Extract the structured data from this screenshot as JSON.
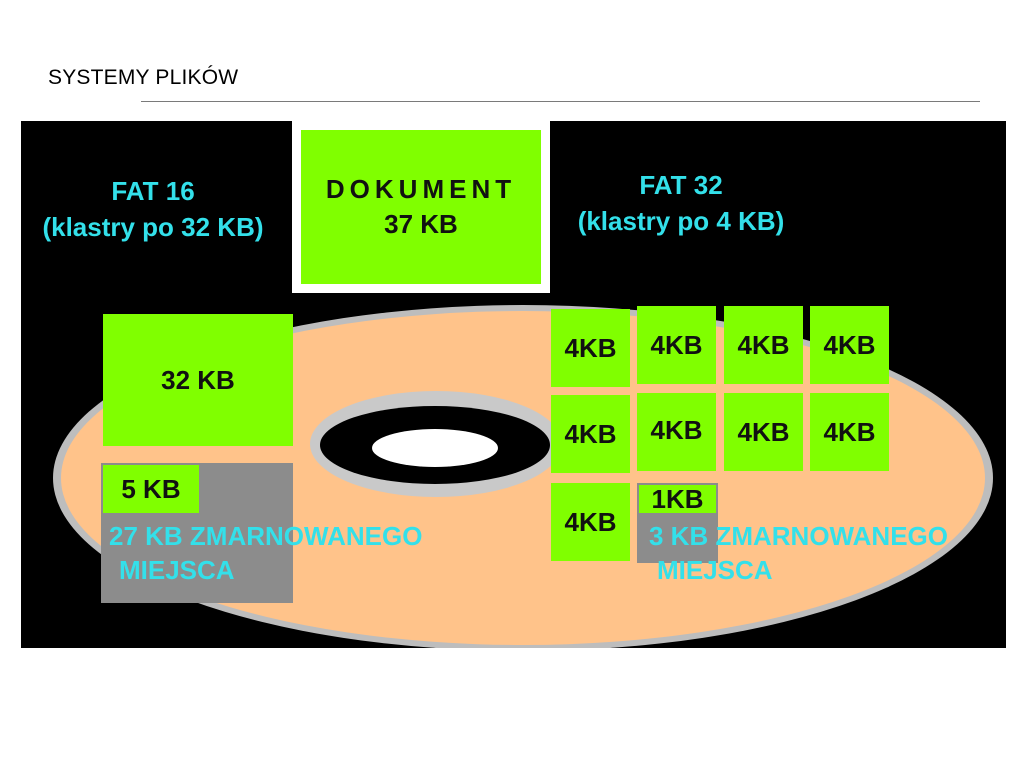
{
  "slide": {
    "title": "SYSTEMY PLIKÓW"
  },
  "document": {
    "label": "DOKUMENT",
    "size": "37 KB"
  },
  "fat16": {
    "name": "FAT 16",
    "cluster_note": "(klastry po 32 KB)",
    "used_cluster": "32 KB",
    "partial_used": "5 KB",
    "waste_line1": "27 KB ZMARNOWANEGO",
    "waste_line2": "MIEJSCA"
  },
  "fat32": {
    "name": "FAT 32",
    "cluster_note": "(klastry po 4 KB)",
    "clusters": [
      "4KB",
      "4KB",
      "4KB",
      "4KB",
      "4KB",
      "4KB",
      "4KB",
      "4KB",
      "4KB"
    ],
    "partial_used": "1KB",
    "waste_line1": "3 KB ZMARNOWANEGO",
    "waste_line2": "MIEJSCA"
  },
  "colors": {
    "background": "#000000",
    "cluster_green": "#80ff00",
    "heading_cyan": "#33e0ea",
    "disk_peach": "#ffc38a",
    "waste_grey": "#8c8c8c"
  }
}
